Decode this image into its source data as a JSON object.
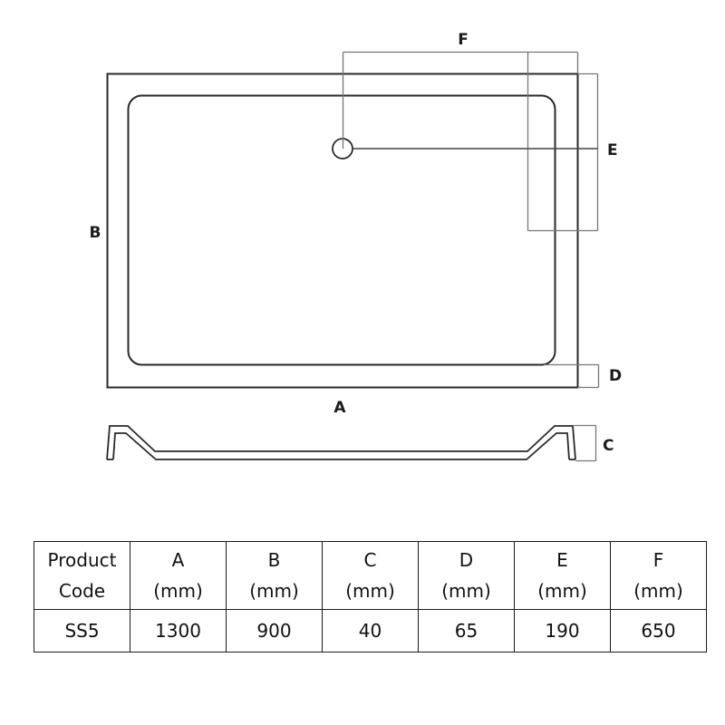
{
  "diagram": {
    "labels": {
      "A": "A",
      "B": "B",
      "C": "C",
      "D": "D",
      "E": "E",
      "F": "F"
    },
    "views": [
      "top-view",
      "side-profile"
    ]
  },
  "table": {
    "headers": [
      {
        "line1": "Product",
        "line2": "Code"
      },
      {
        "line1": "A",
        "line2": "(mm)"
      },
      {
        "line1": "B",
        "line2": "(mm)"
      },
      {
        "line1": "C",
        "line2": "(mm)"
      },
      {
        "line1": "D",
        "line2": "(mm)"
      },
      {
        "line1": "E",
        "line2": "(mm)"
      },
      {
        "line1": "F",
        "line2": "(mm)"
      }
    ],
    "rows": [
      [
        "SS5",
        "1300",
        "900",
        "40",
        "65",
        "190",
        "650"
      ]
    ]
  }
}
